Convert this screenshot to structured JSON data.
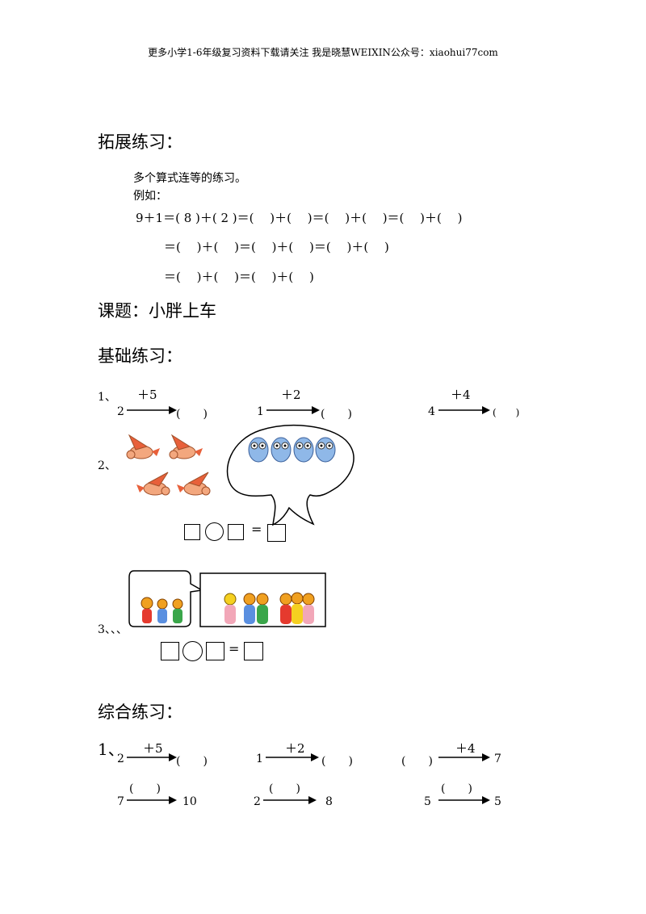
{
  "header": "更多小学1-6年级复习资料下载请关注 我是晓慧WEIXIN公众号：xiaohui77com",
  "extension": {
    "heading": "拓展练习：",
    "intro": "多个算式连等的练习。",
    "example_label": "例如：",
    "line1": "9＋1＝( 8 )＋( 2 )＝(　 )＋(　 )＝(　 )＋(　 )＝(　 )＋(　 )",
    "line2": "＝(　 )＋(　 )＝(　 )＋(　 )＝(　 )＋(　 )",
    "line3": "＝(　 )＋(　 )＝(　 )＋(　 )"
  },
  "lesson_title": "课题：小胖上车",
  "basic": {
    "heading": "基础练习：",
    "q1_num": "1、",
    "q1": [
      {
        "start": "2",
        "op": "＋5",
        "end": "(　　)"
      },
      {
        "start": "1",
        "op": "＋2",
        "end": "(　　)"
      },
      {
        "start": "4",
        "op": "＋4",
        "end": "(　　)"
      }
    ],
    "q2_num": "2、",
    "q3_num": "3、、、",
    "eq_sign": "="
  },
  "comprehensive": {
    "heading": "综合练习：",
    "q1_num": "1、",
    "row1": [
      {
        "start": "2",
        "op": "＋5",
        "end": "(　　)"
      },
      {
        "start": "1",
        "op": "＋2",
        "end": "(　　)"
      },
      {
        "start": "(　　)",
        "op": "＋4",
        "end": "7"
      }
    ],
    "row2": [
      {
        "start": "7",
        "op": "(　　)",
        "end": "10"
      },
      {
        "start": "2",
        "op": "(　　)",
        "end": "8"
      },
      {
        "start": "5",
        "op": "(　　)",
        "end": "5"
      }
    ]
  },
  "colors": {
    "bird_body": "#f3a77e",
    "bird_wing": "#e8603a",
    "owl_body": "#8fb8e8",
    "peg_red": "#e53a2e",
    "peg_blue": "#5a8fe0",
    "peg_green": "#3aa64a",
    "peg_pink": "#f2a7b8",
    "peg_yellow": "#f5d020",
    "peg_head": "#f0a020"
  }
}
